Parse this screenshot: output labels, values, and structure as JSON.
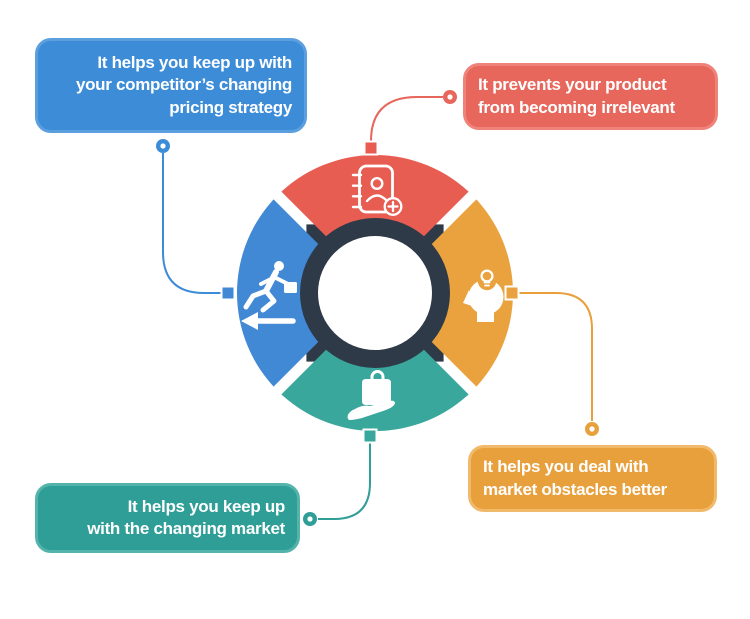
{
  "wheel": {
    "hub_color": "#2e3a48",
    "hole_color": "#ffffff",
    "icon_color": "#ffffff",
    "segments": [
      {
        "position": "top",
        "color": "#e85d52",
        "icon": "contact-book-add-icon"
      },
      {
        "position": "right",
        "color": "#e9a23e",
        "icon": "head-lightbulb-icon"
      },
      {
        "position": "bottom",
        "color": "#3aa79d",
        "icon": "hand-shopping-bag-icon"
      },
      {
        "position": "left",
        "color": "#4289d5",
        "icon": "running-businessman-icon"
      }
    ]
  },
  "callouts": [
    {
      "id": "pricing-strategy",
      "position": "top-left",
      "fill": "#3d8cd8",
      "border": "#5c9fdf",
      "connector": "#3d8cd8",
      "align": "right",
      "lines": [
        "It helps you keep up with",
        "your competitor’s changing",
        "pricing strategy"
      ]
    },
    {
      "id": "product-relevance",
      "position": "top-right",
      "fill": "#e7675d",
      "border": "#ef837a",
      "connector": "#e7675d",
      "align": "left",
      "lines": [
        "It prevents your product",
        "from becoming irrelevant"
      ]
    },
    {
      "id": "market-obstacles",
      "position": "bottom-right",
      "fill": "#e8a03c",
      "border": "#f1b96a",
      "connector": "#e8a03c",
      "align": "left",
      "lines": [
        "It helps you deal with",
        "market obstacles better"
      ]
    },
    {
      "id": "changing-market",
      "position": "bottom-left",
      "fill": "#2e9e96",
      "border": "#54b3ab",
      "connector": "#2e9e96",
      "align": "right",
      "lines": [
        "It helps you keep up",
        "with the changing market"
      ]
    }
  ]
}
